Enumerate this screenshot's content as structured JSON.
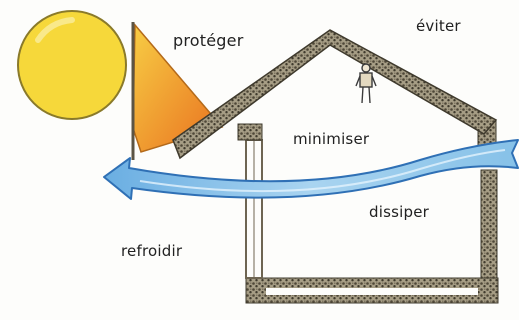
{
  "labels": {
    "proteger": "protéger",
    "eviter": "éviter",
    "minimiser": "minimiser",
    "dissiper": "dissiper",
    "refroidir": "refroidir"
  },
  "colors": {
    "sun_fill": "#f6d83a",
    "sun_outline": "#8a7a2a",
    "shade_light": "#f6c53d",
    "shade_dark": "#ea7d22",
    "wall": "#6e6552",
    "air_flow": "#8fc3e8",
    "air_flow_edge": "#2f70b5",
    "text": "#222222"
  },
  "icons": {
    "sun": "sun-icon",
    "shade": "sunshade-icon",
    "person": "person-icon",
    "air_flow": "air-flow-arrow-icon"
  }
}
